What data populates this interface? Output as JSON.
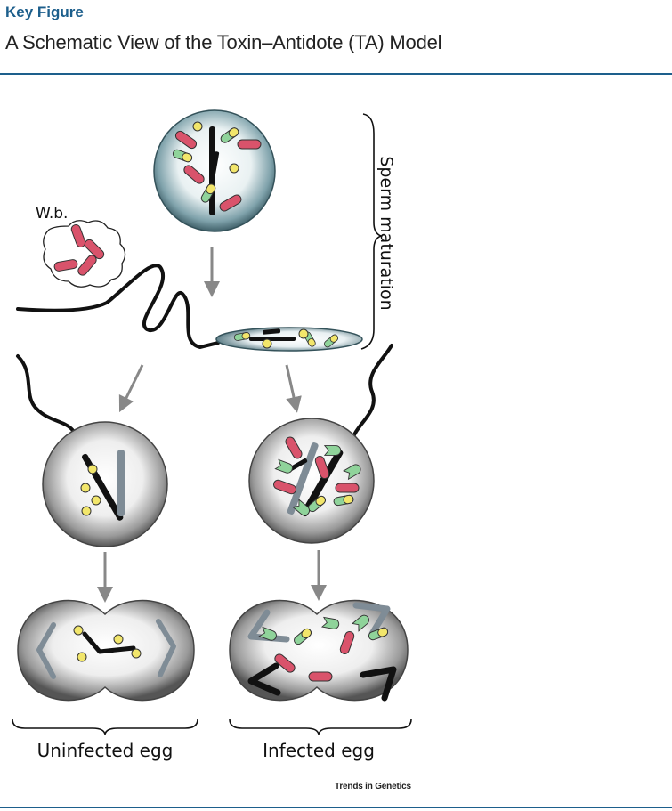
{
  "header": {
    "kicker": "Key Figure",
    "title": "A Schematic View of the Toxin–Antidote (TA) Model"
  },
  "labels": {
    "wolbachia": "W.b.",
    "sperm_maturation": "Sperm maturation",
    "uninfected_egg": "Uninfected egg",
    "infected_egg": "Infected egg"
  },
  "footer": {
    "credit": "Trends in Genetics"
  },
  "colors": {
    "brand_blue": "#1d5f8c",
    "toxin_red": "#d9536b",
    "antidote_green": "#8fd39a",
    "yellow_dot": "#f2e66b",
    "paternal_black": "#111111",
    "maternal_grey": "#7f8c96"
  }
}
